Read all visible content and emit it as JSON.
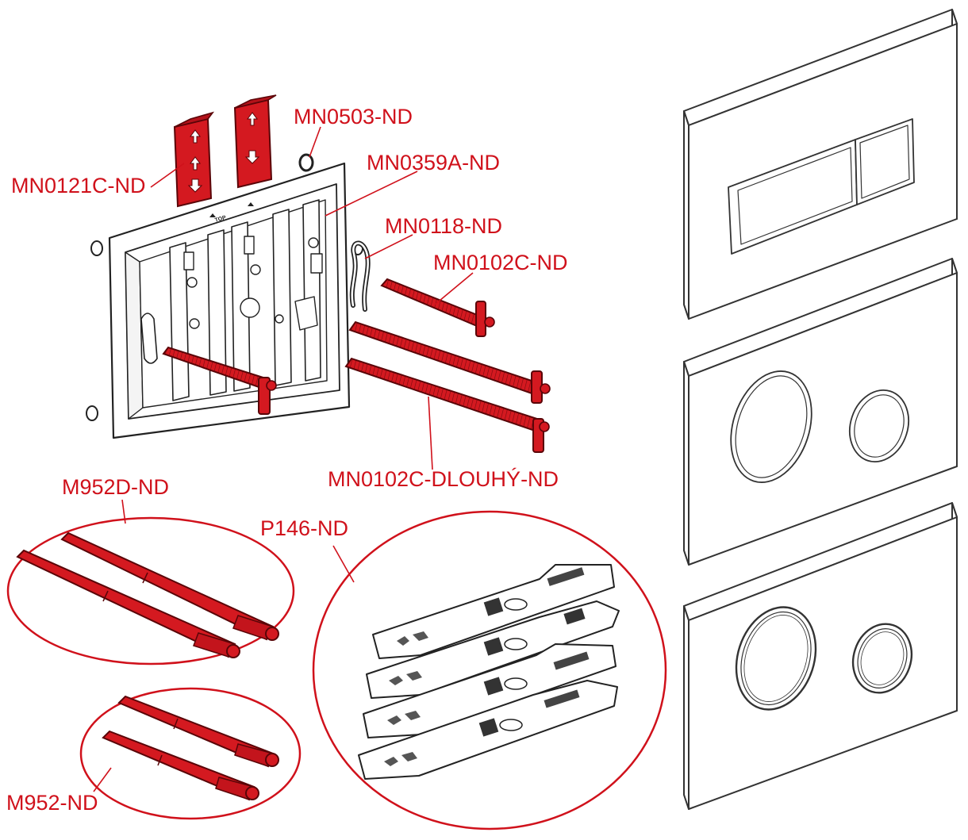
{
  "colors": {
    "accent": "#d0111b",
    "part_fill": "#d41920",
    "line": "#222222",
    "panel_line": "#333333",
    "background": "#ffffff"
  },
  "frame": {
    "top_marking": "TOP"
  },
  "labels": {
    "mn0503": "MN0503-ND",
    "mn0121c": "MN0121C-ND",
    "mn0359a": "MN0359A-ND",
    "mn0118": "MN0118-ND",
    "mn0102c": "MN0102C-ND",
    "mn0102c_long": "MN0102C-DLOUHÝ-ND",
    "m952d": "M952D-ND",
    "p146": "P146-ND",
    "m952": "M952-ND"
  },
  "flush_plates": [
    {
      "style": "rectangular-dual-buttons"
    },
    {
      "style": "round-dual-buttons"
    },
    {
      "style": "round-dual-buttons-chrome"
    }
  ]
}
